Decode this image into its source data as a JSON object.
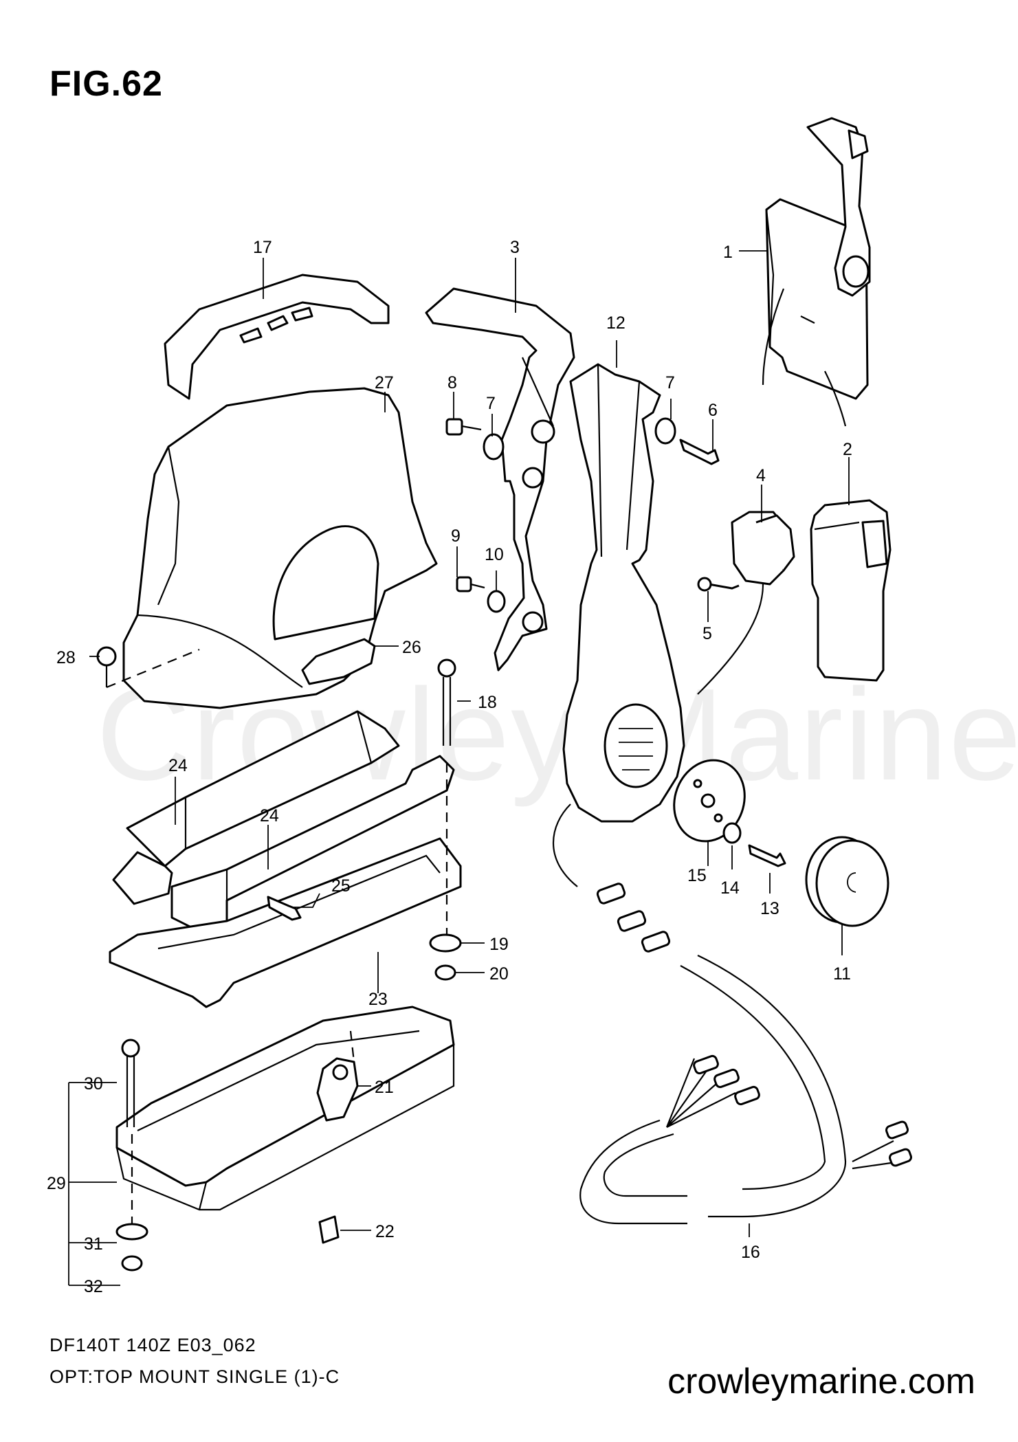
{
  "figure": {
    "title": "FIG.62",
    "model_code": "DF140T 140Z E03_062",
    "caption": "OPT:TOP MOUNT SINGLE (1)-C",
    "website": "crowleymarine.com",
    "watermark": "Crowley Marine"
  },
  "callouts": {
    "p1": "1",
    "p2": "2",
    "p3": "3",
    "p4": "4",
    "p5": "5",
    "p6": "6",
    "p7a": "7",
    "p7b": "7",
    "p8": "8",
    "p9": "9",
    "p10": "10",
    "p11": "11",
    "p12": "12",
    "p13": "13",
    "p14": "14",
    "p15": "15",
    "p16": "16",
    "p17": "17",
    "p18": "18",
    "p19": "19",
    "p20": "20",
    "p21": "21",
    "p22": "22",
    "p23": "23",
    "p24a": "24",
    "p24b": "24",
    "p25": "25",
    "p26": "26",
    "p27": "27",
    "p28": "28",
    "p29": "29",
    "p30": "30",
    "p31": "31",
    "p32": "32"
  }
}
